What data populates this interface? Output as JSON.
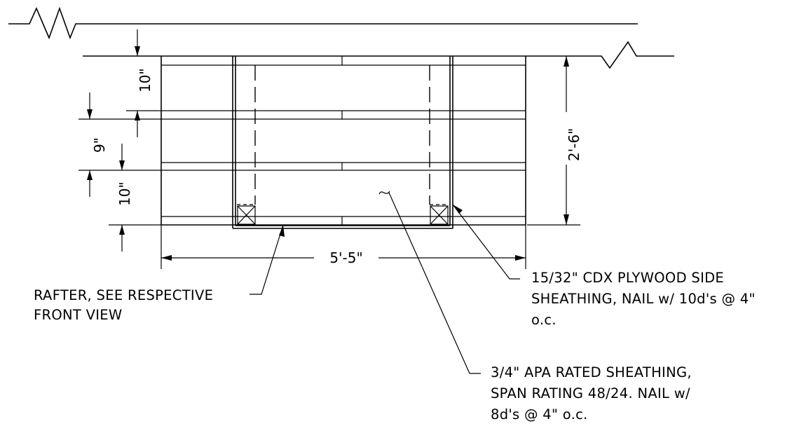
{
  "dimensions": {
    "top_purlin_gap": "10\"",
    "mid_purlin_gap": "9\"",
    "bottom_purlin_gap": "10\"",
    "overall_height": "2'-6\"",
    "overall_width": "5'-5\""
  },
  "callouts": {
    "rafter": [
      "RAFTER, SEE RESPECTIVE",
      "FRONT VIEW"
    ],
    "plywood_side": [
      "15/32\" CDX PLYWOOD SIDE",
      "SHEATHING, NAIL w/ 10d's @ 4\"",
      "o.c."
    ],
    "apa_sheathing": [
      "3/4\" APA RATED SHEATHING,",
      "SPAN RATING 48/24. NAIL w/",
      "8d's @ 4\" o.c."
    ]
  }
}
